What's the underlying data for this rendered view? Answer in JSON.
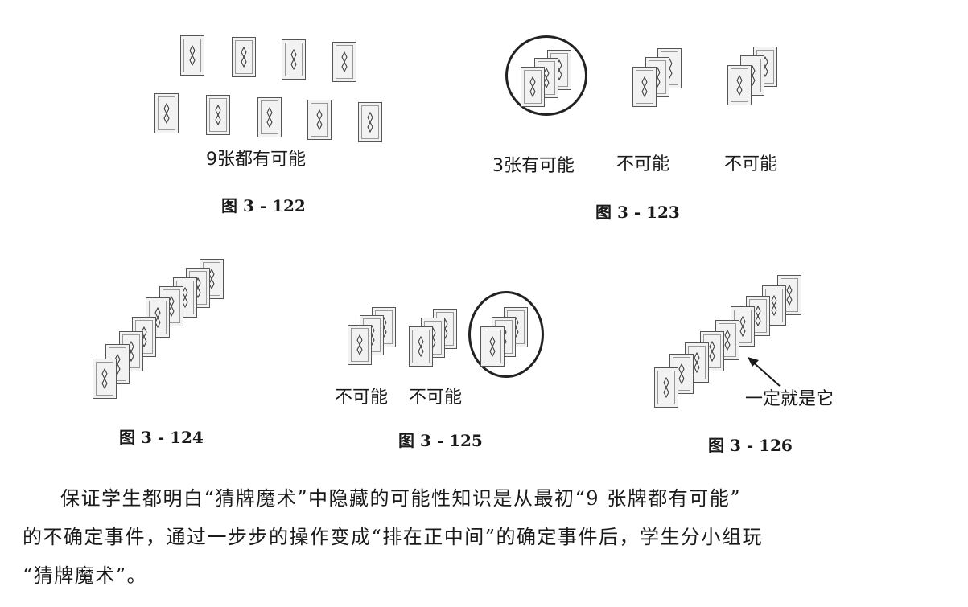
{
  "fig122": {
    "label": "9张都有可能",
    "caption": "图 3 - 122"
  },
  "fig123": {
    "label_circled": "3张有可能",
    "label_mid": "不可能",
    "label_right": "不可能",
    "caption": "图 3 - 123"
  },
  "fig124": {
    "caption": "图 3 - 124"
  },
  "fig125": {
    "label_left": "不可能",
    "label_mid": "不可能",
    "caption": "图 3 - 125"
  },
  "fig126": {
    "annotation": "一定就是它",
    "caption": "图 3 - 126"
  },
  "paragraph": {
    "line1": "保证学生都明白“猜牌魔术”中隐藏的可能性知识是从最初“9 张牌都有可能”",
    "line2": "的不确定事件，通过一步步的操作变成“排在正中间”的确定事件后，学生分小组玩",
    "line3": "“猜牌魔术”。"
  },
  "colors": {
    "ink": "#1a1a1a",
    "card_fill": "#f2f2f2",
    "card_border": "#555555"
  }
}
